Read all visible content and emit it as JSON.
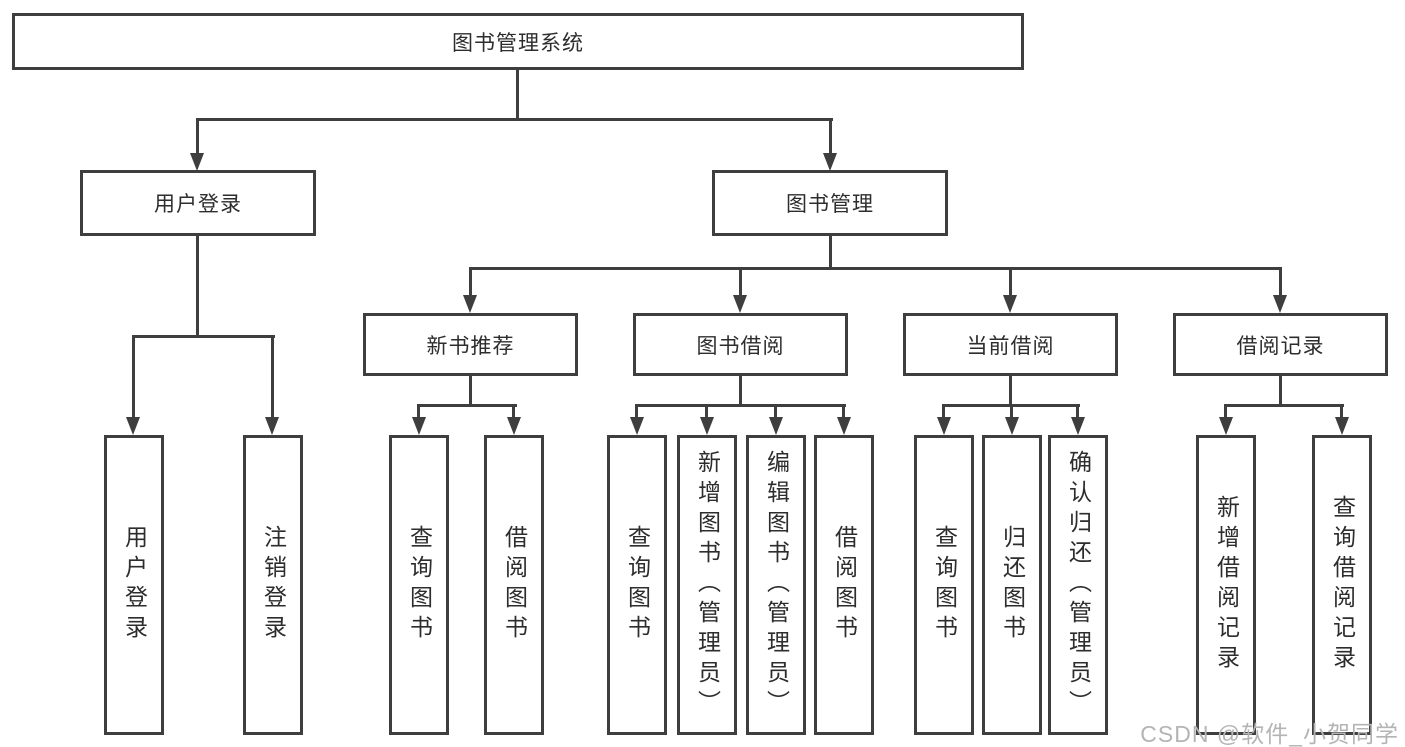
{
  "tree": {
    "root": {
      "label": "图书管理系统"
    },
    "branches": [
      {
        "label": "用户登录",
        "children": [
          {
            "label": "用户登录"
          },
          {
            "label": "注销登录"
          }
        ]
      },
      {
        "label": "图书管理",
        "children": [
          {
            "label": "新书推荐",
            "children": [
              {
                "label": "查询图书"
              },
              {
                "label": "借阅图书"
              }
            ]
          },
          {
            "label": "图书借阅",
            "children": [
              {
                "label": "查询图书"
              },
              {
                "label": "新增图书（管理员）"
              },
              {
                "label": "编辑图书（管理员）"
              },
              {
                "label": "借阅图书"
              }
            ]
          },
          {
            "label": "当前借阅",
            "children": [
              {
                "label": "查询图书"
              },
              {
                "label": "归还图书"
              },
              {
                "label": "确认归还（管理员）"
              }
            ]
          },
          {
            "label": "借阅记录",
            "children": [
              {
                "label": "新增借阅记录"
              },
              {
                "label": "查询借阅记录"
              }
            ]
          }
        ]
      }
    ]
  },
  "watermark": "CSDN @软件_小贺同学",
  "colors": {
    "line": "#3e3e3e",
    "text": "#2d2d2d",
    "watermark": "#b4b4b4",
    "background": "#ffffff"
  }
}
